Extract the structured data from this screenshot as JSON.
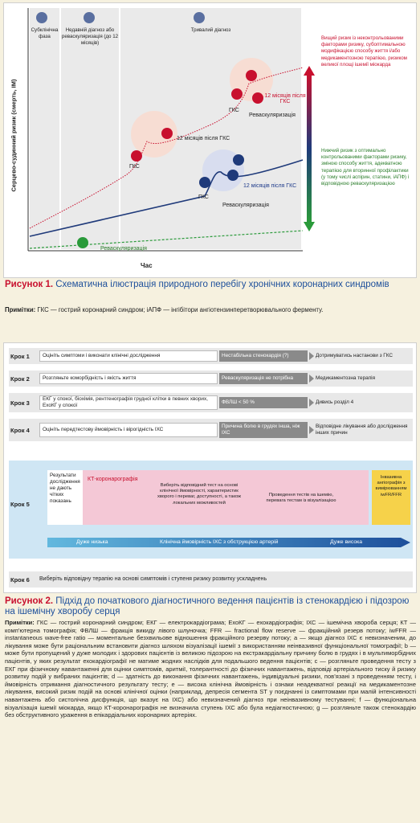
{
  "fig1": {
    "phases": [
      "Субклінічна фаза",
      "Недавній діагноз або реваскуляризація (до 12 місяців)",
      "Тривалий діагноз"
    ],
    "ylabel": "Серцево-судинний ризик (смерть, ІМ)",
    "xlabel": "Час",
    "labels": {
      "acs": "ГКС",
      "revasc": "Реваскуляризація",
      "after12a": "12 місяців після ГКС",
      "after12b": "12 місяців після ГКС",
      "after12c": "12 місяців після ГКС"
    },
    "high_risk": "Вищий ризик із неконтрольованими факторами ризику, субоптимальною модифікацією способу життя і/або медикаментозною терапією, ризиком великої площі ішемії міокарда",
    "low_risk": "Нижчий ризик з оптимально контрольованими факторами ризику, зміною способу життя, адекватною терапією для вторинної профілактики (у тому числі аспірин, статини, іАПФ) і відповідною реваскуляризацією"
  },
  "caption1": {
    "num": "Рисунок 1.",
    "text": "Схематична ілюстрація природного перебігу хронічних коронарних синдромів"
  },
  "notes1": {
    "label": "Примітки:",
    "text": "ГКС — гострий коронарний синдром; іАПФ — інгібітори ангіотензинперетворювального ферменту."
  },
  "fig2": {
    "steps": [
      {
        "k": "Крок 1",
        "a": "Оцініть симптоми і виконати клінічні дослідження",
        "b": "Нестабільна стенокардія (?)",
        "c": "Дотримуватись настанови з ГКС"
      },
      {
        "k": "Крок 2",
        "a": "Розгляньте коморбідність і якість життя",
        "b": "Реваскуляризація не потрібна",
        "c": "Медикаментозна терапія"
      },
      {
        "k": "Крок 3",
        "a": "ЕКГ у спокої, біохімія, рентгенографія грудної клітки в певних хворих, ЕхоКГ у спокої",
        "b": "ФВЛШ < 50 %",
        "c": "Дивись розділ 4"
      },
      {
        "k": "Крок 4",
        "a": "Оцініть передтестову ймовірність і вірогідність ІХС",
        "b": "Причина болю в грудях інша, ніж ІХС",
        "c": "Відповідне лікування або дослідження інших причин"
      }
    ],
    "step5": {
      "k": "Крок 5",
      "left": "Результати дослідження не дають чітких показань",
      "ct": "КТ-коронарографія",
      "mid": "Виберіть відповідний тест на основі клінічної ймовірності, характеристик хворого і переваг, доступності, а також локальних можливостей",
      "func": "Проведення тестів на ішемію, перевага тестам із візуалізацією",
      "inv": "Інвазивна ангіографія з вимірюванням iwFR/FFR",
      "low": "Дуже низька",
      "clin": "Клінічна ймовірність ІХС з обструкцією артерій",
      "high": "Дуже висока"
    },
    "step6": {
      "k": "Крок 6",
      "text": "Виберіть відповідну терапію на основі симптомів і ступеня ризику розвитку ускладнень"
    }
  },
  "caption2": {
    "num": "Рисунок 2.",
    "text": "Підхід до початкового діагностичного ведення пацієнтів із стенокардією і підозрою на ішемічну хворобу серця"
  },
  "notes2": {
    "label": "Примітки:",
    "text": "ГКС — гострий коронарний синдром; ЕКГ — електрокардіограма; ЕхоКГ — ехокардіографія; ІХС — ішемічна хвороба серця; КТ — комп’ютерна томографія; ФВЛШ — фракція викиду лівого шлуночка; FFR — fractional flow reserve — фракційний резерв потоку; iwFFR — instantaneous wave-free ratio — моментальне безхвильове відношення фракційного резерву потоку; а — якщо діагноз ІХС є невизначеним, до лікування може бути раціональним встановити діагноз шляхом візуалізації ішемії з використанням неінвазивної функціональної томографії; b — може бути пропущений у дуже молодих і здорових пацієнтів із великою підозрою на екстракардіальну причину болю в грудях і в мультиморбідних пацієнтів, у яких результат ехокардіографії не матиме жодних наслідків для подальшого ведення пацієнтів; c — розгляньте проведення тесту з ЕКГ при фізичному навантаженні для оцінки симптомів, аритмії, толерантності до фізичних навантажень, відповіді артеріального тиску й ризику розвитку подій у вибраних пацієнтів; d — здатність до виконання фізичних навантажень, індивідуальні ризики, пов’язані з проведенням тесту, і ймовірність отримання діагностичного результату тесту; e — висока клінічна ймовірність і ознаки неадекватної реакції на медикаментозне лікування, високий ризик подій на основі клінічної оцінки (наприклад, депресія сегмента ST у поєднанні із симптомами при малій інтенсивності навантажень або систолічна дисфункція, що вказує на ІХС) або невизначений діагноз при неінвазивному тестуванні; f — функціональна візуалізація ішемії міокарда, якщо КТ-коронарографія не визначила ступень ІХС або була недіагностичною; g — розгляньте також стенокардію без обструктивного ураження в епікардіальних коронарних артеріях."
  },
  "colors": {
    "red": "#c8102e",
    "green": "#2a9a3a",
    "blue": "#1d4f9b",
    "navy": "#1f3a7a"
  }
}
